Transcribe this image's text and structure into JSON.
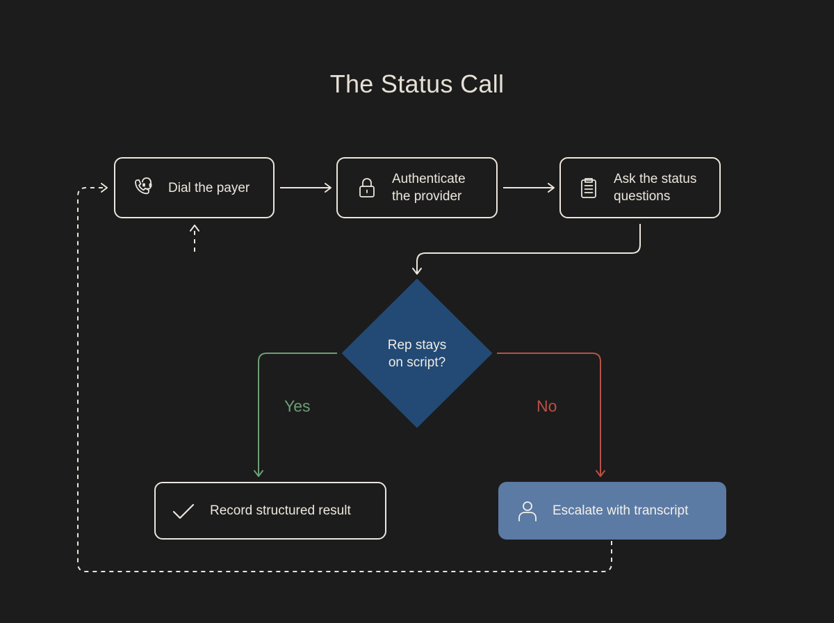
{
  "title": "The Status Call",
  "steps": [
    {
      "label": "Dial the payer",
      "icon": "phone-headset-icon"
    },
    {
      "label": "Authenticate\nthe provider",
      "icon": "lock-icon"
    },
    {
      "label": "Ask the status\nquestions",
      "icon": "clipboard-icon"
    }
  ],
  "decision": {
    "label": "Rep stays\non script?",
    "color": "#234a75"
  },
  "branches": {
    "yes": {
      "label": "Yes",
      "color": "#6e9e74"
    },
    "no": {
      "label": "No",
      "color": "#b95146"
    }
  },
  "outcomes": {
    "record": {
      "label": "Record structured result",
      "icon": "check-icon"
    },
    "escalate": {
      "label": "Escalate with transcript",
      "icon": "user-icon",
      "color": "#5b7aa4"
    }
  },
  "colors": {
    "background": "#1c1c1c",
    "stroke": "#ece7de"
  }
}
